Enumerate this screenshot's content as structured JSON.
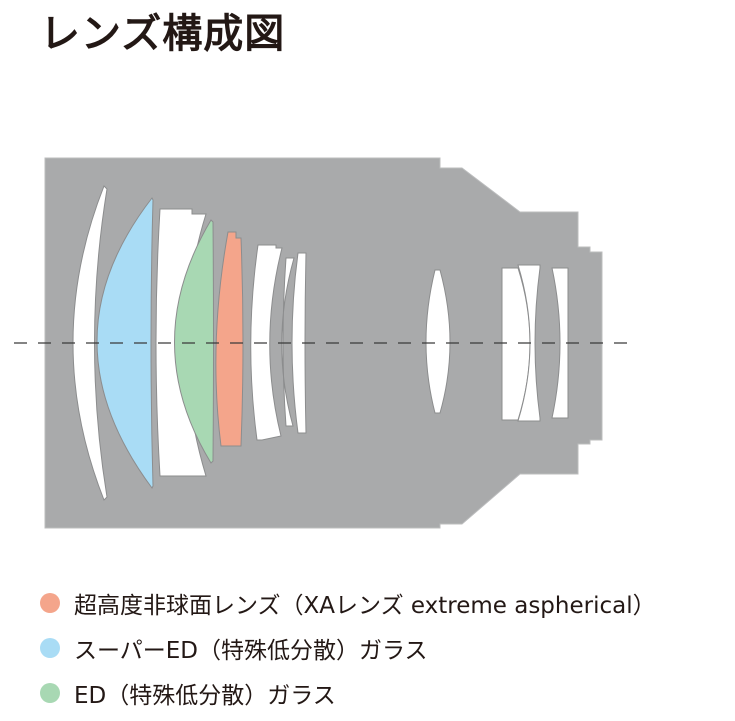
{
  "title": "レンズ構成図",
  "colors": {
    "barrel": "#a9aaab",
    "barrel_edge": "#bcbdbe",
    "lens_fill": "#ffffff",
    "lens_stroke": "#8c8d8e",
    "axis": "#3a3a3a",
    "xa_aspherical": "#f4a58b",
    "super_ed": "#a9dcf5",
    "ed": "#a8d8b3"
  },
  "legend": [
    {
      "color_key": "xa_aspherical",
      "label": "超高度非球面レンズ（XAレンズ extreme aspherical）"
    },
    {
      "color_key": "super_ed",
      "label": "スーパーED（特殊低分散）ガラス"
    },
    {
      "color_key": "ed",
      "label": "ED（特殊低分散）ガラス"
    }
  ]
}
